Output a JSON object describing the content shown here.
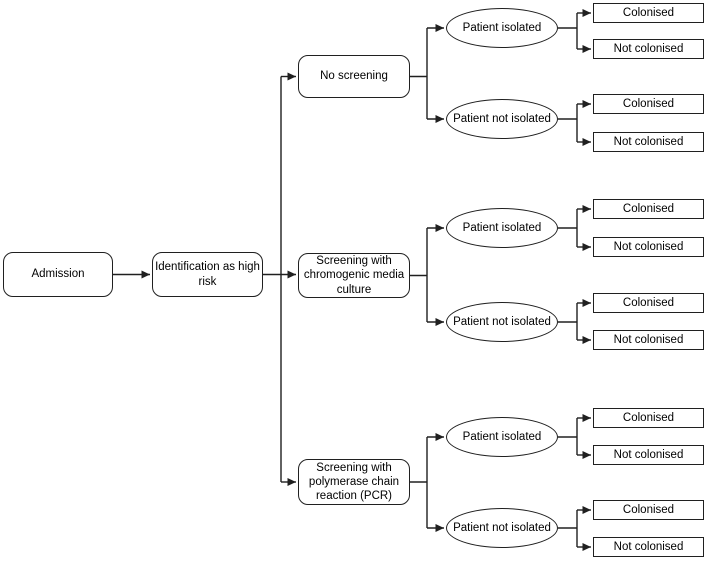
{
  "colors": {
    "stroke": "#202020",
    "node_fill": "#ffffff",
    "text": "#000000",
    "background": "#ffffff"
  },
  "tree": {
    "root": {
      "label": "Admission"
    },
    "risk": {
      "label": "Identification as high risk"
    },
    "branches": [
      {
        "option": "No screening",
        "outcomes": [
          {
            "label": "Patient isolated",
            "results": [
              "Colonised",
              "Not colonised"
            ]
          },
          {
            "label": "Patient not isolated",
            "results": [
              "Colonised",
              "Not colonised"
            ]
          }
        ]
      },
      {
        "option": "Screening with chromogenic media culture",
        "outcomes": [
          {
            "label": "Patient isolated",
            "results": [
              "Colonised",
              "Not colonised"
            ]
          },
          {
            "label": "Patient not isolated",
            "results": [
              "Colonised",
              "Not colonised"
            ]
          }
        ]
      },
      {
        "option": "Screening with polymerase chain reaction (PCR)",
        "outcomes": [
          {
            "label": "Patient isolated",
            "results": [
              "Colonised",
              "Not colonised"
            ]
          },
          {
            "label": "Patient not isolated",
            "results": [
              "Colonised",
              "Not colonised"
            ]
          }
        ]
      }
    ]
  }
}
